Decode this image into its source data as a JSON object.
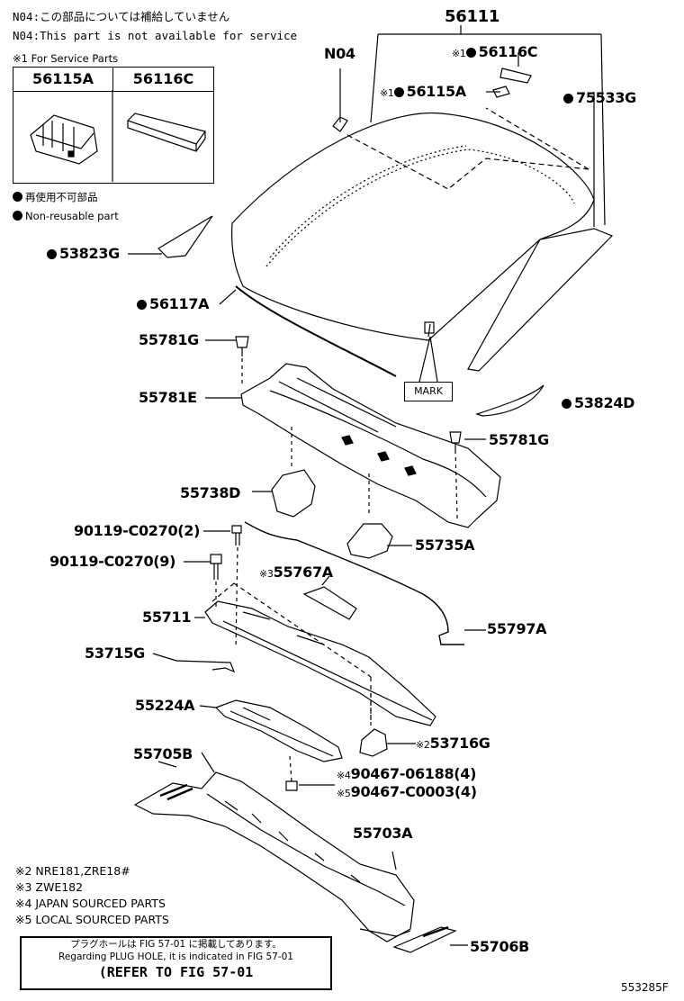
{
  "header": {
    "n04_jp": "N04:この部品については補給していません",
    "n04_en": "N04:This part is not available for service"
  },
  "service_table": {
    "title": "※1 For Service Parts",
    "col1": "56115A",
    "col2": "56116C"
  },
  "legend": {
    "jp": "再使用不可部品",
    "en": "Non-reusable part"
  },
  "labels": {
    "p56111": "56111",
    "n04": "N04",
    "p56116C_mark": "※1",
    "p56116C": "56116C",
    "p56115A_mark": "※1",
    "p56115A": "56115A",
    "p75533G": "75533G",
    "p53823G": "53823G",
    "p56117A": "56117A",
    "p55781G_top": "55781G",
    "p55781E": "55781E",
    "mark": "MARK",
    "p53824D": "53824D",
    "p55781G_right": "55781G",
    "p55738D": "55738D",
    "p90119_2": "90119-C0270(2)",
    "p90119_9": "90119-C0270(9)",
    "p55735A": "55735A",
    "p55767A_mark": "※3",
    "p55767A": "55767A",
    "p55711": "55711",
    "p55797A": "55797A",
    "p53715G": "53715G",
    "p55224A": "55224A",
    "p53716G_mark": "※2",
    "p53716G": "53716G",
    "p55705B": "55705B",
    "p90467_06188_mark": "※4",
    "p90467_06188": "90467-06188(4)",
    "p90467_C0003_mark": "※5",
    "p90467_C0003": "90467-C0003(4)",
    "p55703A": "55703A",
    "p55706B": "55706B"
  },
  "footnotes": {
    "n2": "※2 NRE181,ZRE18#",
    "n3": "※3 ZWE182",
    "n4": "※4 JAPAN SOURCED PARTS",
    "n5": "※5 LOCAL SOURCED PARTS"
  },
  "refbox": {
    "jp": "プラグホールは FIG 57-01 に掲載してあります。",
    "en": "Regarding PLUG HOLE, it is indicated in FIG 57-01",
    "ref": "(REFER TO FIG 57-01"
  },
  "figure_code": "553285F"
}
